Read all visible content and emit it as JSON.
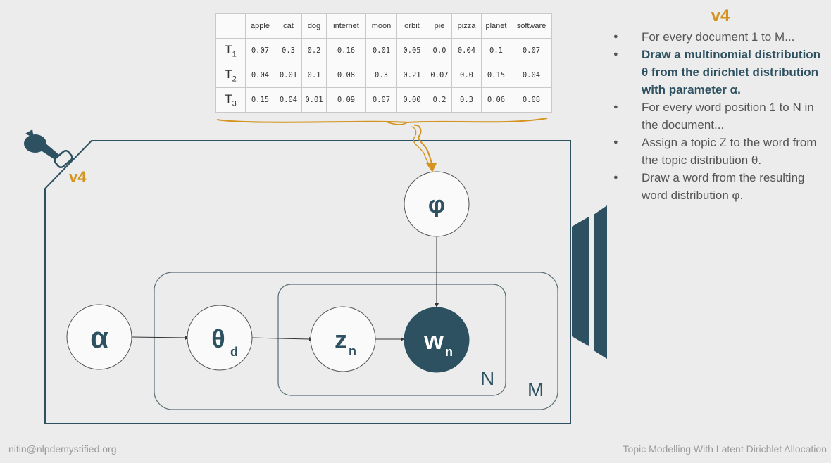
{
  "table": {
    "columns": [
      "apple",
      "cat",
      "dog",
      "internet",
      "moon",
      "orbit",
      "pie",
      "pizza",
      "planet",
      "software"
    ],
    "rows": [
      {
        "topic": "T",
        "sub": "1",
        "values": [
          "0.07",
          "0.3",
          "0.2",
          "0.16",
          "0.01",
          "0.05",
          "0.0",
          "0.04",
          "0.1",
          "0.07"
        ]
      },
      {
        "topic": "T",
        "sub": "2",
        "values": [
          "0.04",
          "0.01",
          "0.1",
          "0.08",
          "0.3",
          "0.21",
          "0.07",
          "0.0",
          "0.15",
          "0.04"
        ]
      },
      {
        "topic": "T",
        "sub": "3",
        "values": [
          "0.15",
          "0.04",
          "0.01",
          "0.09",
          "0.07",
          "0.00",
          "0.2",
          "0.3",
          "0.06",
          "0.08"
        ]
      }
    ]
  },
  "diagram": {
    "version_label": "v4",
    "phi": "φ",
    "alpha": "α",
    "theta": "θ",
    "theta_sub": "d",
    "z": "z",
    "z_sub": "n",
    "w": "w",
    "w_sub": "n",
    "plate_n": "N",
    "plate_m": "M"
  },
  "sidebar": {
    "title": "v4",
    "bullets": [
      {
        "text": "For every document 1 to M...",
        "bold": false
      },
      {
        "text": "Draw a multinomial distribution θ from the dirichlet distribution with parameter α.",
        "bold": true
      },
      {
        "text": "For every word position 1 to N in the document...",
        "bold": false
      },
      {
        "text": "Assign a topic Z to the word from the topic distribution θ.",
        "bold": false
      },
      {
        "text": "Draw a word from the resulting word distribution φ.",
        "bold": false
      }
    ]
  },
  "footer": {
    "left": "nitin@nlpdemystified.org",
    "right": "Topic Modelling With Latent Dirichlet Allocation"
  },
  "colors": {
    "accent": "#d4941f",
    "node_dark": "#2d5161",
    "ink": "#333333"
  }
}
